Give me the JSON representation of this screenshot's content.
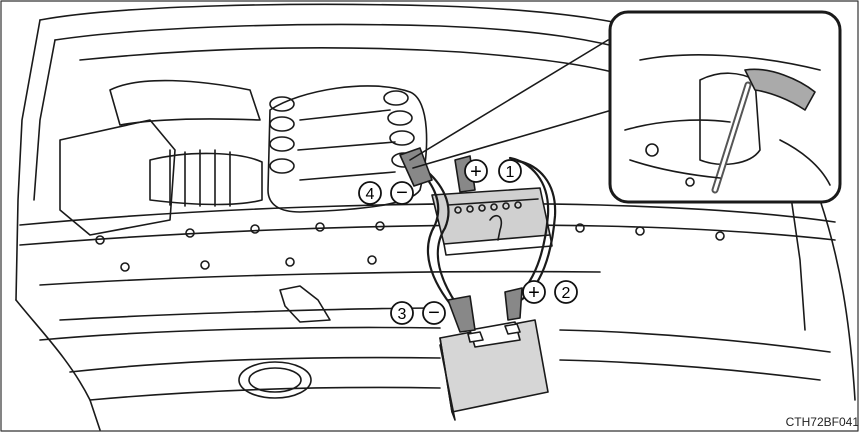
{
  "figure": {
    "code": "CTH72BF041",
    "steps": [
      {
        "number": "1",
        "sign": "+"
      },
      {
        "number": "2",
        "sign": "+"
      },
      {
        "number": "3",
        "sign": "−"
      },
      {
        "number": "4",
        "sign": "−"
      }
    ]
  }
}
